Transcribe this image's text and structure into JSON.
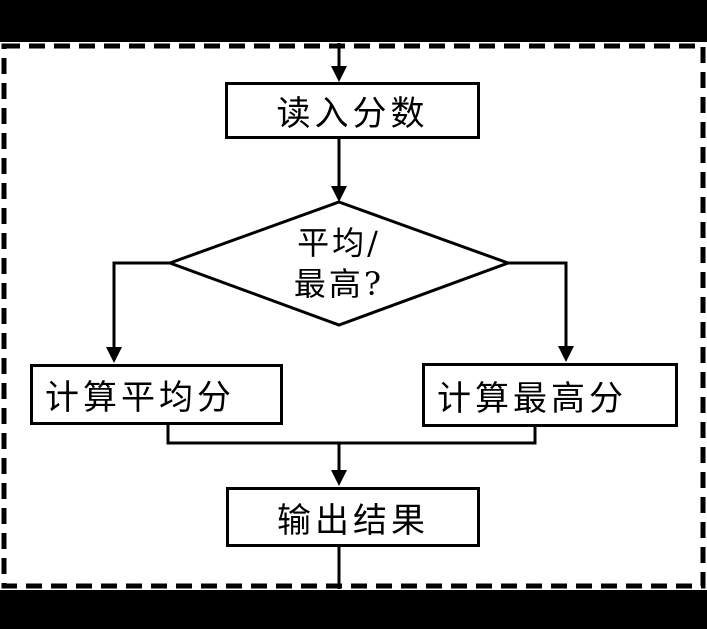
{
  "flowchart": {
    "nodes": {
      "read_scores": {
        "label": "读入分数",
        "type": "process"
      },
      "decision": {
        "line1": "平均/",
        "line2": "最高?",
        "type": "decision"
      },
      "calc_average": {
        "label": "计算平均分",
        "type": "process"
      },
      "calc_max": {
        "label": "计算最高分",
        "type": "process"
      },
      "output_result": {
        "label": "输出结果",
        "type": "process"
      }
    },
    "connections": [
      {
        "from": "top",
        "to": "read_scores"
      },
      {
        "from": "read_scores",
        "to": "decision"
      },
      {
        "from": "decision",
        "to": "calc_average"
      },
      {
        "from": "decision",
        "to": "calc_max"
      },
      {
        "from": "calc_average",
        "to": "output_result"
      },
      {
        "from": "calc_max",
        "to": "output_result"
      },
      {
        "from": "output_result",
        "to": "bottom"
      }
    ],
    "colors": {
      "stroke": "#000000",
      "fill": "#ffffff",
      "frame": "#000000"
    }
  }
}
